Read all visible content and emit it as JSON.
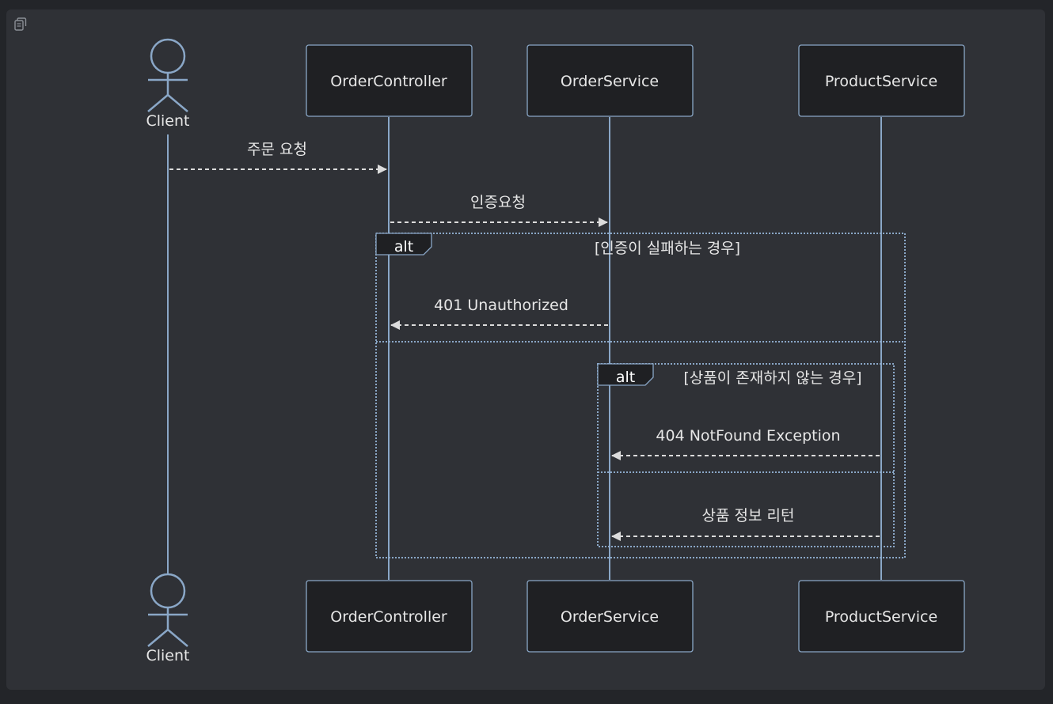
{
  "diagram": {
    "type": "sequence",
    "participants": [
      {
        "id": "client",
        "name": "Client",
        "kind": "actor"
      },
      {
        "id": "controller",
        "name": "OrderController",
        "kind": "box"
      },
      {
        "id": "service",
        "name": "OrderService",
        "kind": "box"
      },
      {
        "id": "product",
        "name": "ProductService",
        "kind": "box"
      }
    ],
    "messages": [
      {
        "from": "client",
        "to": "controller",
        "text": "주문 요청"
      },
      {
        "from": "controller",
        "to": "service",
        "text": "인증요청"
      },
      {
        "from": "service",
        "to": "controller",
        "text": "401 Unauthorized"
      },
      {
        "from": "product",
        "to": "service",
        "text": "404 NotFound Exception"
      },
      {
        "from": "product",
        "to": "service",
        "text": "상품 정보 리턴"
      }
    ],
    "fragments": [
      {
        "label": "alt",
        "condition": "[인증이 실패하는 경우]"
      },
      {
        "label": "alt",
        "condition": "[상품이 존재하지 않는 경우]"
      }
    ]
  },
  "ui": {
    "copy_icon": "copy-icon",
    "colors": {
      "background": "#232529",
      "panel": "#2f3136",
      "lifeline": "#8aa7c7",
      "box_fill": "#1f2023",
      "text": "#e6e6e6"
    }
  }
}
